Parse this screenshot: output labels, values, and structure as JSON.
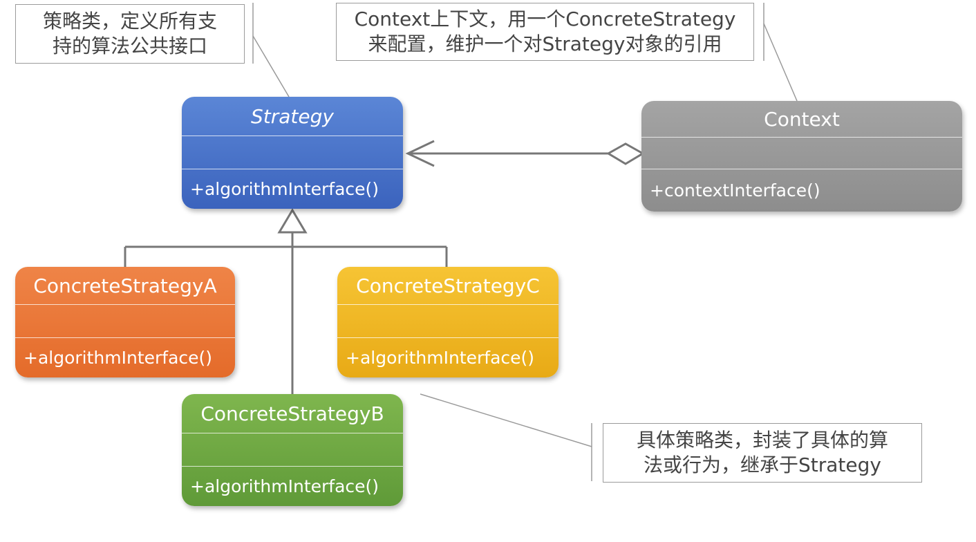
{
  "notes": {
    "strategy": "策略类，定义所有支\n持的算法公共接口",
    "context": "Context上下文，用一个ConcreteStrategy\n来配置，维护一个对Strategy对象的引用",
    "concrete": "具体策略类，封装了具体的算\n法或行为，继承于Strategy"
  },
  "classes": {
    "strategy": {
      "name": "Strategy",
      "method": "+algorithmInterface()"
    },
    "context": {
      "name": "Context",
      "method": "+contextInterface()"
    },
    "concrete_a": {
      "name": "ConcreteStrategyA",
      "method": "+algorithmInterface()"
    },
    "concrete_b": {
      "name": "ConcreteStrategyB",
      "method": "+algorithmInterface()"
    },
    "concrete_c": {
      "name": "ConcreteStrategyC",
      "method": "+algorithmInterface()"
    }
  },
  "colors": {
    "strategy": "#4a74c9",
    "context": "#999999",
    "concrete_a": "#e9763a",
    "concrete_b": "#6ea843",
    "concrete_c": "#f0b726",
    "connector": "#888888"
  }
}
